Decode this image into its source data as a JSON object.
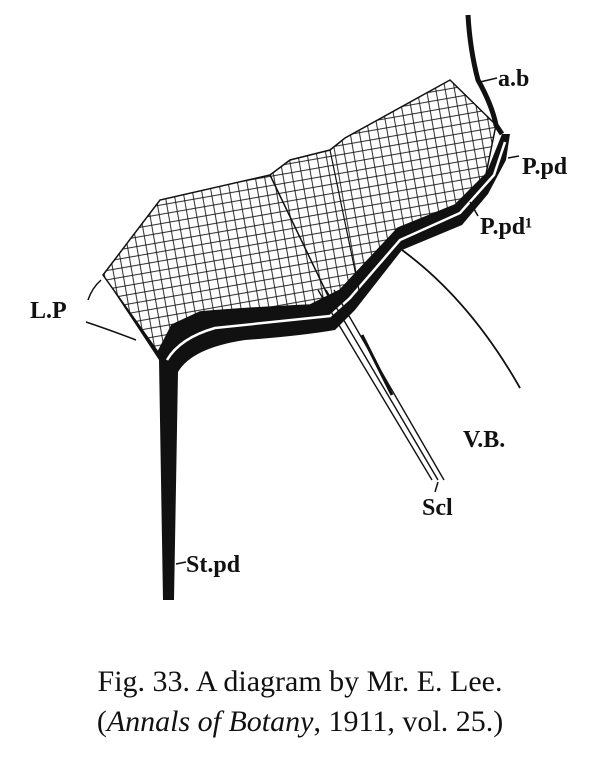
{
  "labels": {
    "ab": "a.b",
    "ppd": "P.pd",
    "ppd1": "P.pd¹",
    "lp": "L.P",
    "vb": "V.B.",
    "scl": "Scl",
    "stpd": "St.pd"
  },
  "caption": {
    "line1": "Fig. 33.   A diagram by Mr. E. Lee.",
    "line2_open": "(",
    "line2_italic": "Annals of Botany",
    "line2_rest": ", 1911, vol. 25.)"
  },
  "colors": {
    "ink": "#111111",
    "paper": "#ffffff"
  }
}
